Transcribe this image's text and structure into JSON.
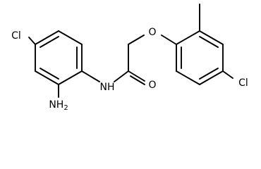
{
  "labels": {
    "cl_left": "Cl",
    "nh2_n": "NH",
    "nh2_sub": "2",
    "nh": "NH",
    "o_carbonyl": "O",
    "o_ether": "O",
    "cl_right": "Cl"
  }
}
